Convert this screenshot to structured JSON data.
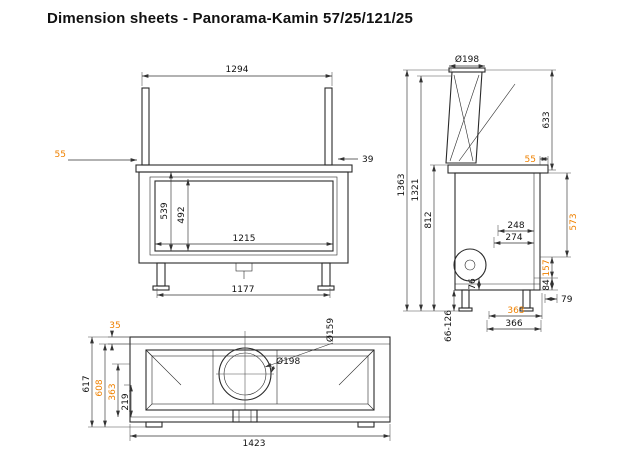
{
  "title": "Dimension sheets - Panorama-Kamin 57/25/121/25",
  "colors": {
    "accent_orange": "#ef8100",
    "line": "#2a2a2a",
    "background": "#ffffff"
  },
  "front_view": {
    "width_top": "1294",
    "panel_thickness": "39",
    "side_offset": "55",
    "firebox_height": "539",
    "glass_height": "492",
    "glass_width": "1215",
    "base_width": "1177"
  },
  "side_view": {
    "flue_diameter": "Ø198",
    "flue_section_height": "633",
    "total_height": "1363",
    "height_to_collar": "1321",
    "body_height": "812",
    "top_offset": "55",
    "glass_height": "573",
    "depth_inner": "248",
    "depth_mid": "274",
    "outlet_offset": "76",
    "lower_front_1": "157",
    "lower_front_2": "84",
    "foot_depth": "79",
    "leg_adjust_range": "66-126",
    "depth_frame": "363",
    "depth_total": "366"
  },
  "top_view": {
    "back_offset": "35",
    "flue_inner_diameter": "Ø159",
    "flue_outer_diameter": "Ø198",
    "depth_total": "617",
    "depth_frame": "608",
    "depth_mid": "363",
    "depth_front": "219",
    "width_total": "1423"
  }
}
